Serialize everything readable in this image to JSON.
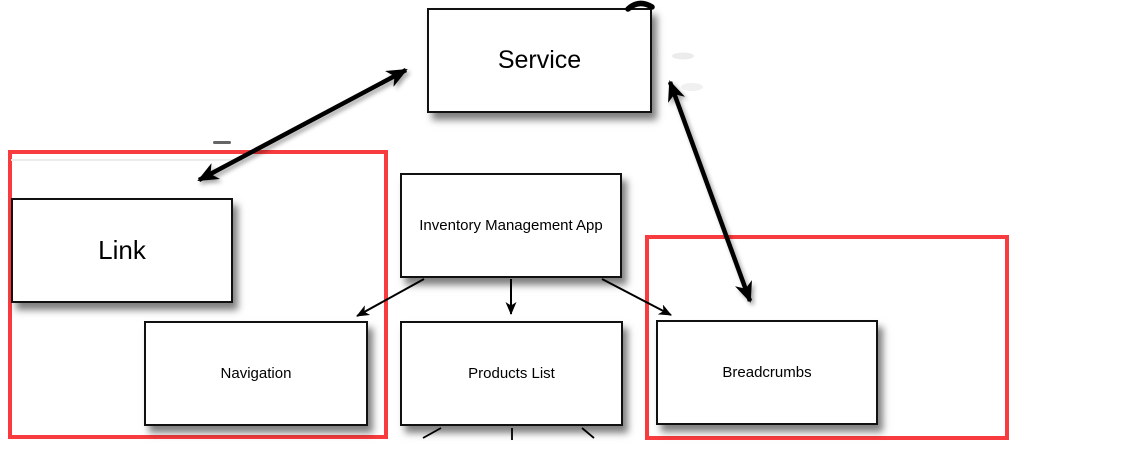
{
  "diagram": {
    "nodes": [
      {
        "id": "service",
        "label": "Service"
      },
      {
        "id": "link",
        "label": "Link"
      },
      {
        "id": "inventory-app",
        "label": "Inventory Management App"
      },
      {
        "id": "navigation",
        "label": "Navigation"
      },
      {
        "id": "products-list",
        "label": "Products List"
      },
      {
        "id": "breadcrumbs",
        "label": "Breadcrumbs"
      }
    ],
    "edges": [
      {
        "from": "Link",
        "to": "Service",
        "style": "bidirectional-thick-arrow"
      },
      {
        "from": "Service",
        "to": "Breadcrumbs",
        "style": "bidirectional-thick-arrow"
      },
      {
        "from": "Inventory Management App",
        "to": "Navigation",
        "style": "directed-thin-arrow"
      },
      {
        "from": "Inventory Management App",
        "to": "Products List",
        "style": "directed-thin-arrow"
      },
      {
        "from": "Inventory Management App",
        "to": "Breadcrumbs",
        "style": "directed-thin-arrow"
      }
    ],
    "highlights": [
      {
        "around": "Link, Navigation",
        "color": "#f83b3e"
      },
      {
        "around": "Breadcrumbs",
        "color": "#f83b3e"
      }
    ]
  },
  "colors": {
    "highlight_red": "#f83b3e",
    "node_border": "#111111",
    "node_fill": "#ffffff",
    "arrow": "#000000"
  }
}
